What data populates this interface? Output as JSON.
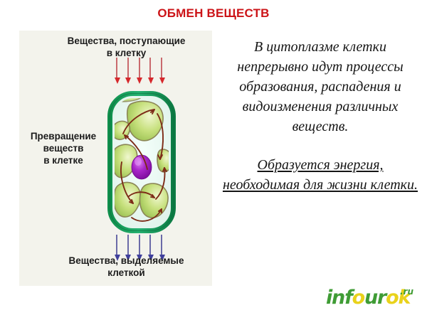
{
  "slide": {
    "title": "ОБМЕН ВЕЩЕСТВ",
    "title_color": "#cc1418",
    "background": "#ffffff"
  },
  "diagram": {
    "panel_background": "#f3f3ec",
    "label_in": "Вещества, поступающие в клетку",
    "label_in_line1": "Вещества, поступающие",
    "label_in_line2": "в клетку",
    "label_transform_line1": "Превращение",
    "label_transform_line2": "веществ",
    "label_transform_line3": "в клетке",
    "label_out_line1": "Вещества, выделяемые",
    "label_out_line2": "клеткой",
    "arrows_in": {
      "count": 5,
      "direction": "down",
      "color": "#d6282c",
      "meaning": "substances-entering-cell"
    },
    "arrows_out": {
      "count": 5,
      "direction": "down",
      "color": "#3f3f9c",
      "meaning": "substances-released-by-cell"
    },
    "cell": {
      "wall_color": "#149954",
      "cytoplasm_color": "#e4f5ef",
      "chloroplast_color": "#b7d96a",
      "chloroplast_outline": "#8b8556",
      "nucleus_color": "#9b1fbe",
      "flow_arrow_color": "#7d2b17",
      "chloroplast_count": 7
    }
  },
  "text": {
    "paragraph_intro": "В цитоплазме клетки непрерывно идут процессы образования, распадения и видоизменения различных веществ.",
    "paragraph_energy": "Образуется энергия, необходимая для жизни клетки."
  },
  "logo": {
    "word_part_1": "inf",
    "word_part_2": "o",
    "word_part_3": "ur",
    "word_part_4": "ok",
    "full_word": "infourok",
    "tld": ".ru",
    "green": "#3f9c35",
    "yellow": "#e9d21b"
  }
}
